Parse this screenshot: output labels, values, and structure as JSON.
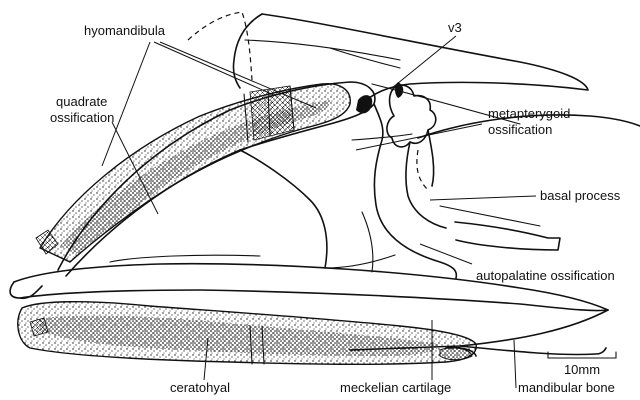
{
  "labels": {
    "hyomandibula": "hyomandibula",
    "v3": "v3",
    "quadrate_line1": "quadrate",
    "quadrate_line2": "ossification",
    "metapterygoid_line1": "metapterygoid",
    "metapterygoid_line2": "ossification",
    "basal_process": "basal process",
    "autopalatine": "autopalatine ossification",
    "ceratohyal": "ceratohyal",
    "meckelian": "meckelian cartilage",
    "mandibular_bone": "mandibular bone",
    "scale_bar": "10mm"
  },
  "colors": {
    "ink": "#111111",
    "paper": "#ffffff"
  }
}
